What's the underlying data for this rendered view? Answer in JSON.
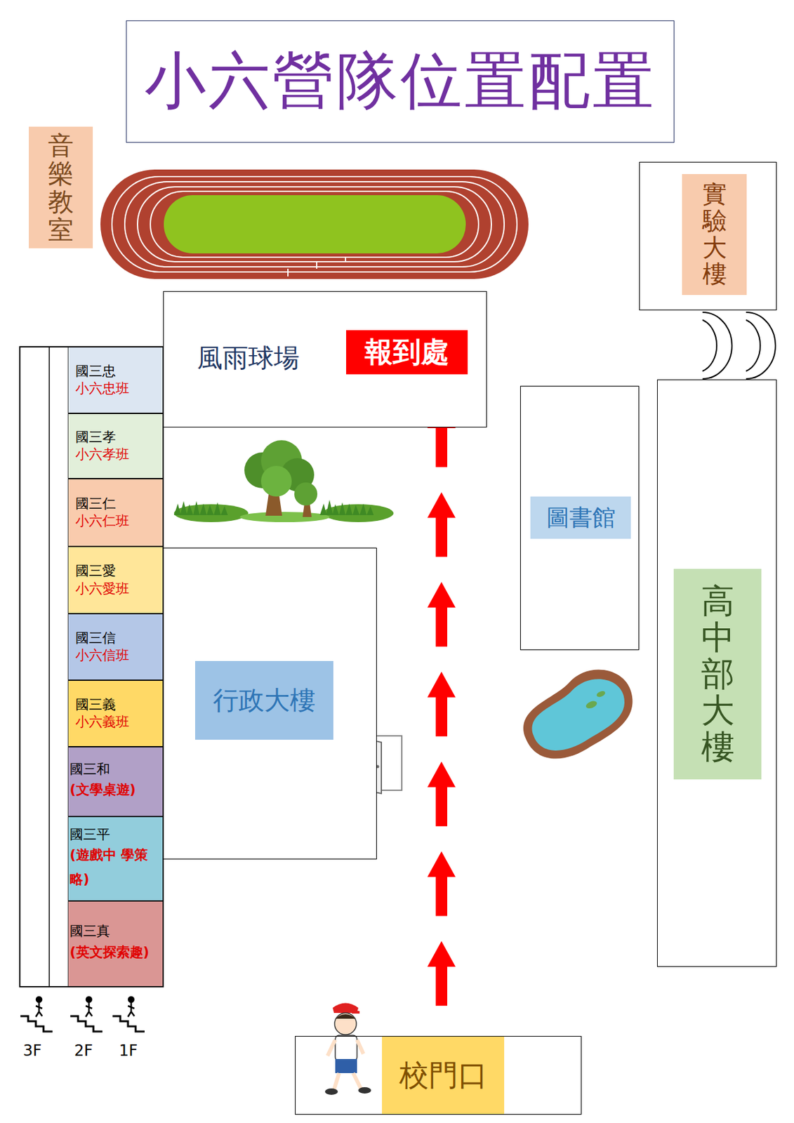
{
  "diagram": {
    "title": "小六營隊位置配置",
    "nodes": [
      {
        "text": [
          "音樂教室"
        ]
      },
      {
        "text": [
          "實驗大樓"
        ]
      },
      {
        "text": [
          "風雨球場"
        ]
      },
      {
        "text": [
          "報到處"
        ],
        "in": 2
      },
      {
        "text": [
          "圖書館"
        ]
      },
      {
        "text": [
          "高中部大樓"
        ]
      },
      {
        "text": [
          "國三忠",
          "小六忠班"
        ]
      },
      {
        "text": [
          "國三孝",
          "小六孝班"
        ]
      },
      {
        "text": [
          "國三仁",
          "小六仁班"
        ]
      },
      {
        "text": [
          "國三愛",
          "小六愛班"
        ]
      },
      {
        "text": [
          "國三信",
          "小六信班"
        ]
      },
      {
        "text": [
          "國三義",
          "小六義班"
        ]
      },
      {
        "text": [
          "國三和",
          "(文學桌遊)"
        ]
      },
      {
        "text": [
          "國三平",
          "(遊戲中 學策略)"
        ]
      },
      {
        "text": [
          "國三真",
          "(英文探索趣)"
        ]
      },
      {
        "text": [
          "行政大樓"
        ]
      },
      {
        "text": [
          "校門口"
        ]
      }
    ],
    "edges": [
      {
        "from": 16,
        "to": 3,
        "arrow": "to"
      }
    ],
    "labels": [
      "3F",
      "2F",
      "1F"
    ]
  }
}
